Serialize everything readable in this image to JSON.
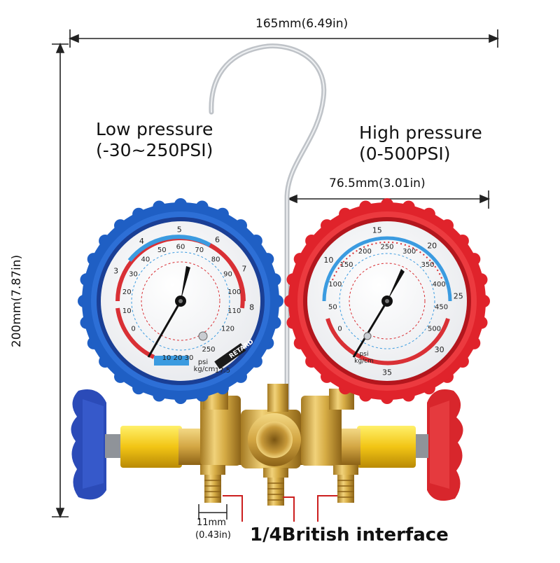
{
  "dimensions": {
    "width": "165mm(6.49in)",
    "height": "200mm(7.87in)",
    "gauge_diameter": "76.5mm(3.01in)",
    "port_size_mm": "11mm",
    "port_size_in": "(0.43in)"
  },
  "low_gauge": {
    "title": "Low pressure",
    "range": "(-30~250PSI)",
    "ring_color": "#1f5fc4",
    "scale_labels": [
      "0",
      "10",
      "20",
      "30",
      "40",
      "50",
      "60",
      "70",
      "80",
      "90",
      "100",
      "110",
      "120",
      "250",
      "RETARD"
    ],
    "inner_labels": [
      "3",
      "4",
      "5",
      "6",
      "7",
      "8"
    ],
    "bottom_labels": [
      "10",
      "20",
      "30",
      "psi",
      "kg/cm",
      "17.5"
    ]
  },
  "high_gauge": {
    "title": "High pressure",
    "range": "(0-500PSI)",
    "ring_color": "#e0232b",
    "scale_labels": [
      "0",
      "50",
      "100",
      "150",
      "200",
      "250",
      "300",
      "350",
      "400",
      "450",
      "500"
    ],
    "inner_labels": [
      "10",
      "15",
      "20",
      "25",
      "30",
      "35"
    ],
    "bottom_labels": [
      "psi",
      "kg/cm"
    ]
  },
  "interface_label": "1/4British interface",
  "colors": {
    "brass": "#d8b24a",
    "blue_knob": "#2b4bb8",
    "red_knob": "#d8262c",
    "annotation": "#cc1f1f"
  }
}
